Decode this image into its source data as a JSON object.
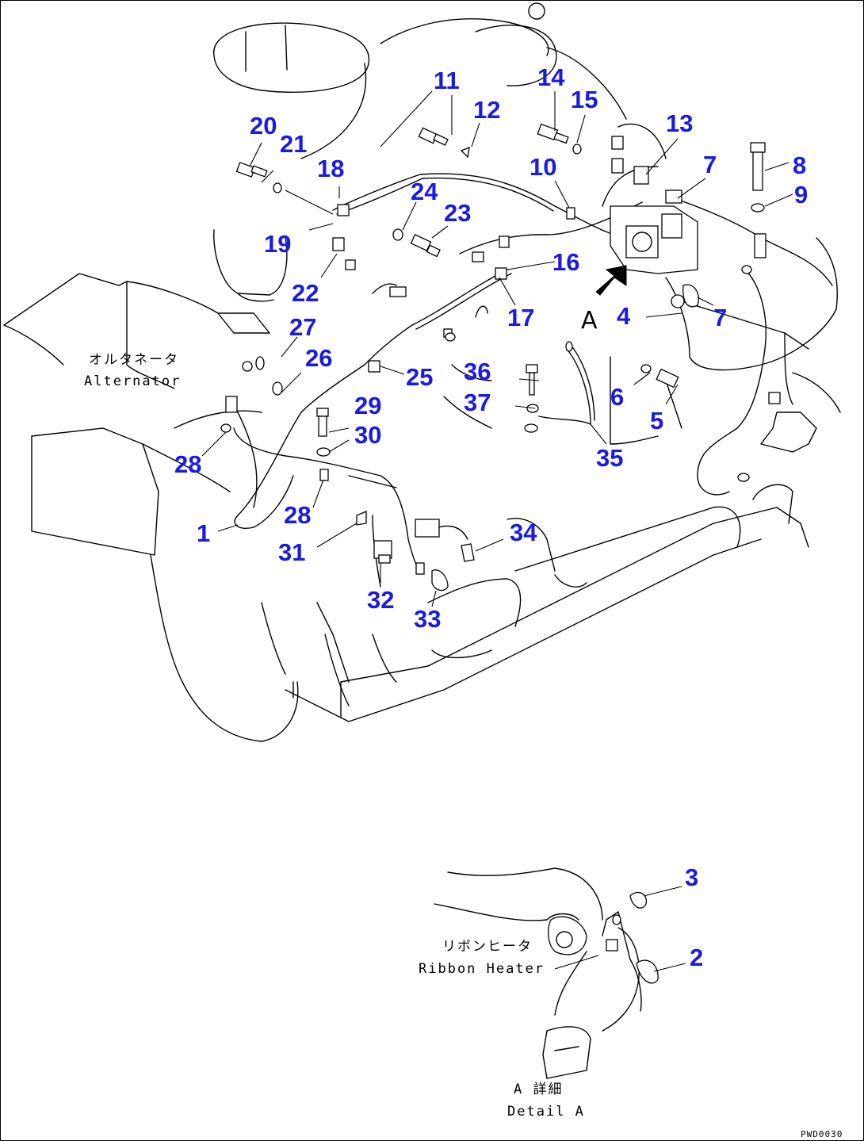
{
  "diagram": {
    "callouts": [
      "1",
      "2",
      "3",
      "4",
      "5",
      "6",
      "7",
      "7",
      "8",
      "9",
      "10",
      "11",
      "12",
      "13",
      "14",
      "15",
      "16",
      "17",
      "18",
      "19",
      "20",
      "21",
      "22",
      "23",
      "24",
      "25",
      "26",
      "27",
      "28",
      "28",
      "29",
      "30",
      "31",
      "32",
      "33",
      "34",
      "35",
      "36",
      "37"
    ],
    "labels": {
      "alternator_jp": "オルタネータ",
      "alternator_en": "Alternator",
      "ribbon_heater_jp": "リボンヒータ",
      "ribbon_heater_en": "Ribbon Heater",
      "detail_jp": "A 詳細",
      "detail_en": "Detail A",
      "view_arrow_letter": "A"
    },
    "drawing_code": "PWD0030"
  },
  "colors": {
    "callout": "#1a1ae0",
    "linework": "#000000",
    "background": "#ffffff"
  }
}
